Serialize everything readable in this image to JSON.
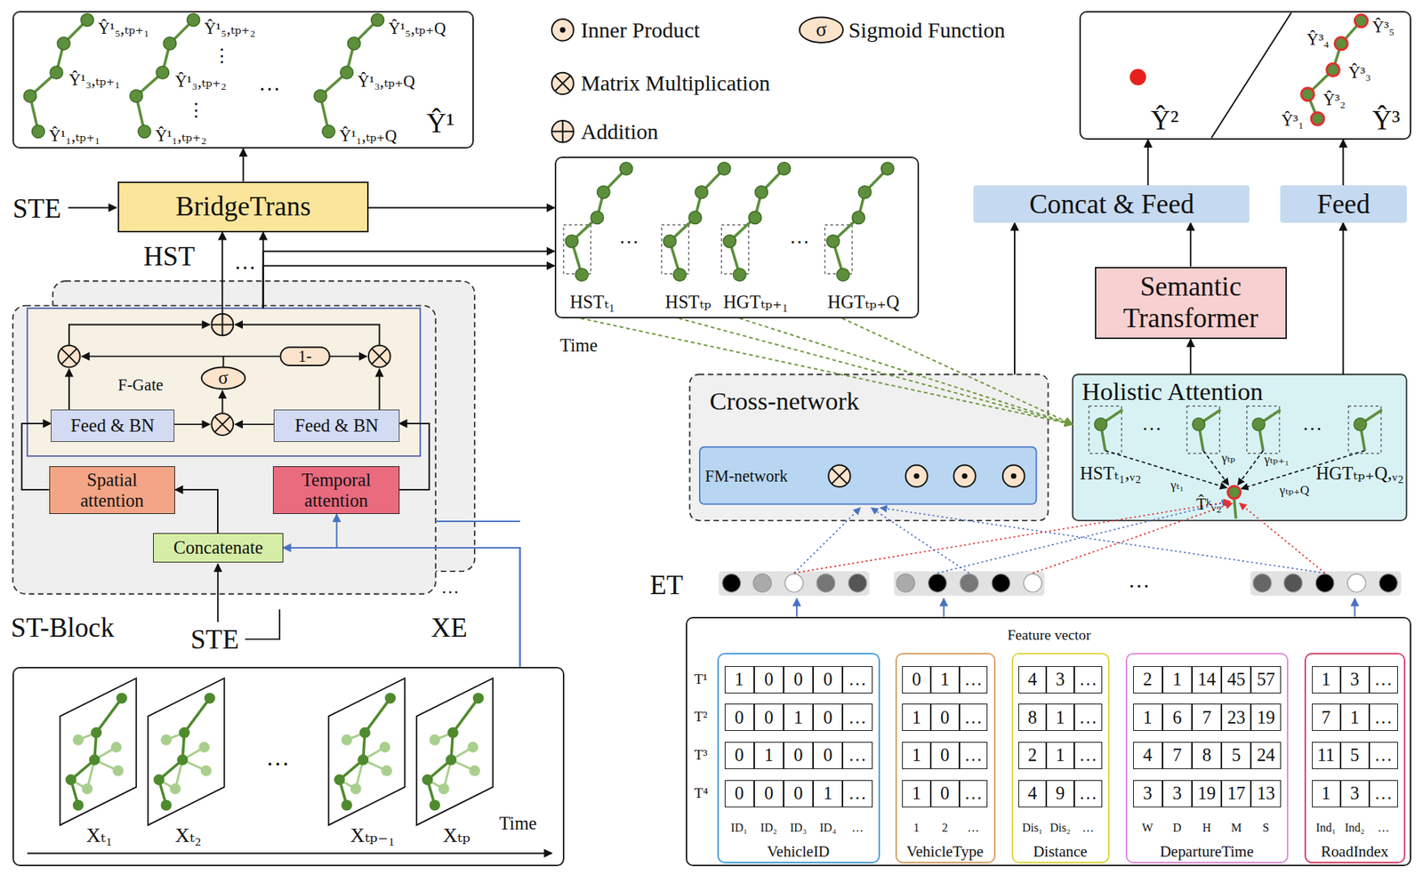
{
  "diagram": {
    "nodes": [
      {
        "text": [
          "Ŷ¹",
          "Ŷ¹₅,ₜₚ₊₁",
          "Ŷ¹₃,ₜₚ₊₁",
          "Ŷ¹₁,ₜₚ₊₁",
          "Ŷ¹₅,ₜₚ₊₂",
          "⋮",
          "Ŷ¹₃,ₜₚ₊₂",
          "⋮",
          "Ŷ¹₁,ₜₚ₊₂",
          "…",
          "Ŷ¹₅,ₜₚ₊Q",
          "Ŷ¹₃,ₜₚ₊Q",
          "Ŷ¹₁,ₜₚ₊Q"
        ]
      },
      {
        "text": [
          "BridgeTrans"
        ]
      },
      {
        "text": [
          "ST-Block"
        ]
      },
      {
        "text": [
          "F-Gate",
          "σ",
          "1-"
        ],
        "in": 2
      },
      {
        "text": [
          "Feed & BN"
        ],
        "in": 3
      },
      {
        "text": [
          "Feed & BN"
        ],
        "in": 3
      },
      {
        "text": [
          "Spatial attention"
        ],
        "in": 2
      },
      {
        "text": [
          "Temporal attention"
        ],
        "in": 2
      },
      {
        "text": [
          "Concatenate"
        ],
        "in": 2
      },
      {
        "text": [
          "Xₜ₁",
          "Xₜ₂",
          "…",
          "Xₜₚ₋₁",
          "Xₜₚ",
          "Time"
        ]
      },
      {
        "text": [
          "HSTₜ₁",
          "…",
          "HSTₜₚ",
          "HGTₜₚ₊₁",
          "…",
          "HGTₜₚ₊Q"
        ]
      },
      {
        "text": [
          "Cross-network"
        ]
      },
      {
        "text": [
          "FM-network"
        ],
        "in": 11
      },
      {
        "text": [
          "Holistic Attention",
          "HSTₜ₁,ᵥ₂",
          "…",
          "γₜₚ",
          "γₜₚ₊₁",
          "…",
          "γₜ₁",
          "γₜₚ₊Q",
          "HGTₜₚ₊Q,ᵥ₂",
          "T̂ᵏᵥ₂"
        ]
      },
      {
        "text": [
          "Semantic Transformer"
        ]
      },
      {
        "text": [
          "Concat & Feed"
        ]
      },
      {
        "text": [
          "Feed"
        ]
      },
      {
        "text": [
          "Ŷ²",
          "Ŷ³",
          "Ŷ³₁",
          "Ŷ³₂",
          "Ŷ³₃",
          "Ŷ³₄",
          "Ŷ³₅"
        ]
      },
      {
        "text": [
          "Feature vector"
        ]
      },
      {
        "text": [
          "1",
          "0",
          "0",
          "0",
          "…",
          "0",
          "0",
          "1",
          "0",
          "…",
          "0",
          "1",
          "0",
          "0",
          "…",
          "0",
          "0",
          "0",
          "1",
          "…",
          "ID₁",
          "ID₂",
          "ID₃",
          "ID₄",
          "…",
          "VehicleID"
        ],
        "in": 18
      },
      {
        "text": [
          "0",
          "1",
          "…",
          "1",
          "0",
          "…",
          "1",
          "0",
          "…",
          "1",
          "0",
          "…",
          "1",
          "2",
          "…",
          "VehicleType"
        ],
        "in": 18
      },
      {
        "text": [
          "4",
          "3",
          "…",
          "8",
          "1",
          "…",
          "2",
          "1",
          "…",
          "4",
          "9",
          "…",
          "Dis₁",
          "Dis₂",
          "…",
          "Distance"
        ],
        "in": 18
      },
      {
        "text": [
          "2",
          "1",
          "14",
          "45",
          "57",
          "1",
          "6",
          "7",
          "23",
          "19",
          "4",
          "7",
          "8",
          "5",
          "24",
          "3",
          "3",
          "19",
          "17",
          "13",
          "W",
          "D",
          "H",
          "M",
          "S",
          "DepartureTime"
        ],
        "in": 18
      },
      {
        "text": [
          "1",
          "3",
          "…",
          "7",
          "1",
          "…",
          "11",
          "5",
          "…",
          "1",
          "3",
          "…",
          "Ind₁",
          "Ind₂",
          "…",
          "RoadIndex"
        ],
        "in": 18
      }
    ],
    "edges": [
      {
        "from": 3,
        "to": 1,
        "arrow": "to"
      },
      {
        "from": 3,
        "to": 1,
        "arrow": "to"
      },
      {
        "from": 1,
        "to": 0,
        "arrow": "to"
      },
      {
        "from": 1,
        "to": 10,
        "arrow": "to"
      },
      {
        "from": 3,
        "to": 10,
        "arrow": "to"
      },
      {
        "from": 3,
        "to": 10,
        "arrow": "to"
      },
      {
        "from": 6,
        "to": 4,
        "arrow": "to"
      },
      {
        "from": 7,
        "to": 5,
        "arrow": "to"
      },
      {
        "from": 8,
        "to": 6,
        "arrow": "to"
      },
      {
        "from": 9,
        "to": 8,
        "arrow": "to"
      },
      {
        "from": 9,
        "to": 7,
        "arrow": "to"
      },
      {
        "from": 10,
        "to": 13,
        "arrow": "to"
      },
      {
        "from": 10,
        "to": 13,
        "arrow": "to"
      },
      {
        "from": 10,
        "to": 13,
        "arrow": "to"
      },
      {
        "from": 10,
        "to": 13,
        "arrow": "to"
      },
      {
        "from": 11,
        "to": 15,
        "arrow": "to"
      },
      {
        "from": 13,
        "to": 14,
        "arrow": "to"
      },
      {
        "from": 14,
        "to": 15,
        "arrow": "to"
      },
      {
        "from": 13,
        "to": 16,
        "arrow": "to"
      },
      {
        "from": 15,
        "to": 17,
        "arrow": "to"
      },
      {
        "from": 16,
        "to": 17,
        "arrow": "to"
      }
    ],
    "labels": [
      "STE",
      "HST",
      "…",
      "STE",
      "XE",
      "…",
      "Time",
      "ET",
      "…",
      "T¹",
      "T²",
      "T³",
      "T⁴",
      "σ"
    ],
    "legend": [
      {
        "text": "Inner Product"
      },
      {
        "text": "Matrix Multiplication"
      },
      {
        "text": "Addition"
      },
      {
        "text": "Sigmoid Function"
      }
    ]
  }
}
